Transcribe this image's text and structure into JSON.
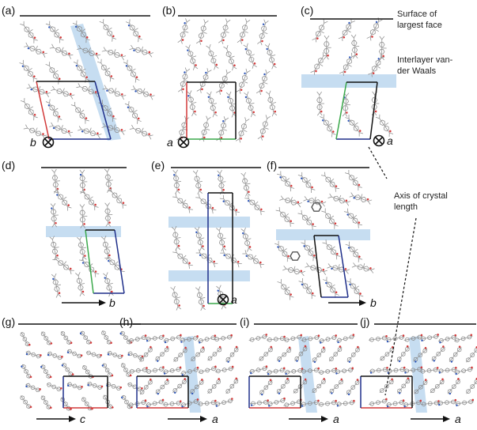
{
  "figure": {
    "panels": [
      {
        "label": "(a)",
        "axis": "b",
        "axis_kind": "into",
        "cell": [
          "#1f2f8a",
          "#d23a3a",
          "#1f2f8a",
          "#111111"
        ]
      },
      {
        "label": "(b)",
        "axis": "a",
        "axis_kind": "into",
        "cell": [
          "#3aa84a",
          "#d23a3a",
          "#111111",
          "#111111"
        ]
      },
      {
        "label": "(c)",
        "axis": "a",
        "axis_kind": "into",
        "cell": [
          "#1f2f8a",
          "#3aa84a",
          "#111111",
          "#111111"
        ]
      },
      {
        "label": "(d)",
        "axis": "b",
        "axis_kind": "arrow",
        "cell": [
          "#1f2f8a",
          "#3aa84a",
          "#1f2f8a",
          "#111111"
        ]
      },
      {
        "label": "(e)",
        "axis": "a",
        "axis_kind": "into",
        "cell": [
          "#3aa84a",
          "#1f2f8a",
          "#111111",
          "#111111"
        ]
      },
      {
        "label": "(f)",
        "axis": "b",
        "axis_kind": "arrow",
        "cell": [
          "#1f2f8a",
          "#111111",
          "#1f2f8a",
          "#111111"
        ]
      },
      {
        "label": "(g)",
        "axis": "c",
        "axis_kind": "arrow",
        "cell": [
          "#d23a3a",
          "#1f2f8a",
          "#111111",
          "#111111"
        ]
      },
      {
        "label": "(h)",
        "axis": "a",
        "axis_kind": "arrow",
        "cell": [
          "#d23a3a",
          "#1f2f8a",
          "#111111",
          "#111111"
        ]
      },
      {
        "label": "(i)",
        "axis": "a",
        "axis_kind": "arrow",
        "cell": [
          "#d23a3a",
          "#1f2f8a",
          "#111111",
          "#111111"
        ]
      },
      {
        "label": "(j)",
        "axis": "a",
        "axis_kind": "arrow",
        "cell": [
          "#d23a3a",
          "#1f2f8a",
          "#111111",
          "#111111"
        ]
      }
    ],
    "annotations": {
      "surface": [
        "Surface of",
        "largest face"
      ],
      "interlayer": [
        "Interlayer van-",
        "der Waals"
      ],
      "crystal_axis": [
        "Axis of crystal",
        "length"
      ]
    },
    "colors": {
      "band": "#bcd7ee",
      "molecule": "#8c8c8c",
      "oxygen": "#d23a3a",
      "nitrogen": "#2f57b8",
      "text": "#111111"
    }
  }
}
